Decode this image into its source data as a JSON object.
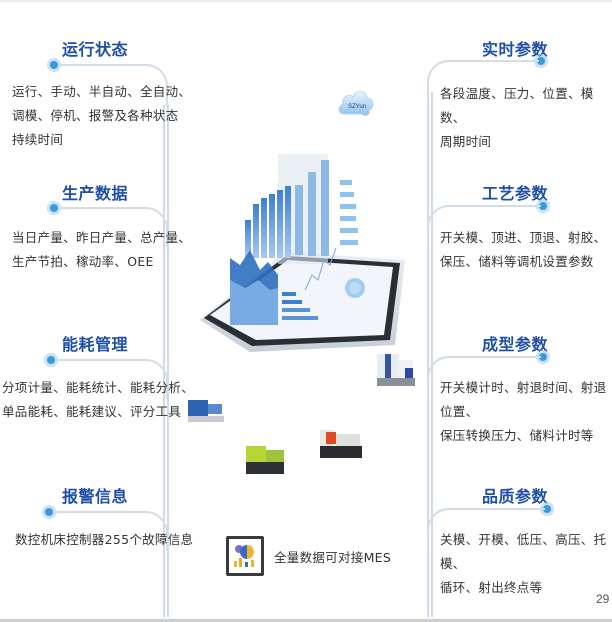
{
  "diagram": {
    "left_sections": [
      {
        "title": "运行状态",
        "lines": [
          "运行、手动、半自动、全自动、",
          "调模、停机、报警及各种状态",
          "持续时间"
        ]
      },
      {
        "title": "生产数据",
        "lines": [
          "当日产量、昨日产量、总产量、",
          "生产节拍、稼动率、OEE"
        ]
      },
      {
        "title": "能耗管理",
        "lines": [
          "分项计量、能耗统计、能耗分析、",
          "单品能耗、能耗建议、评分工具"
        ]
      },
      {
        "title": "报警信息",
        "lines": [
          "数控机床控制器255个故障信息"
        ]
      }
    ],
    "right_sections": [
      {
        "title": "实时参数",
        "lines": [
          "各段温度、压力、位置、模数、",
          "周期时间"
        ]
      },
      {
        "title": "工艺参数",
        "lines": [
          "开关模、顶进、顶退、射胶、",
          "保压、储料等调机设置参数"
        ]
      },
      {
        "title": "成型参数",
        "lines": [
          "开关模计时、射退时间、射退位置、",
          "保压转换压力、储料计时等"
        ]
      },
      {
        "title": "品质参数",
        "lines": [
          "关模、开模、低压、高压、托模、",
          "循环、射出终点等"
        ]
      }
    ],
    "center": {
      "cloud_label": "SZYun",
      "mes_label": "全量数据可对接MES",
      "icons": [
        "cloud-icon",
        "tablet-dashboard-image",
        "injection-machine-image",
        "report-icon"
      ]
    },
    "page_number": "29",
    "colors": {
      "title": "#1f4fa8",
      "dot": "#3a9ad9",
      "line": "#d3dde6",
      "text": "#333333"
    }
  }
}
